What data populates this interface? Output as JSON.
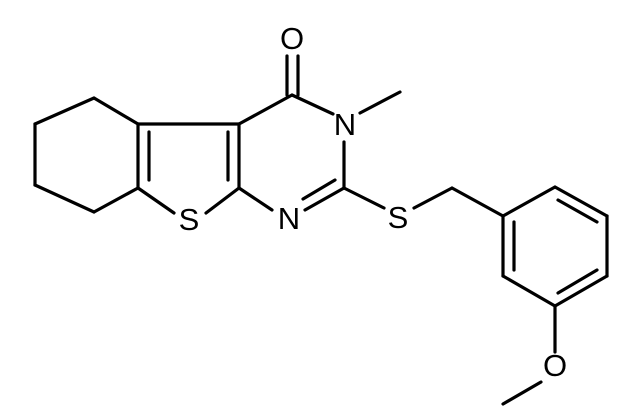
{
  "structure": {
    "type": "chemical-structure",
    "atoms": {
      "carbonyl_oxygen": "O",
      "ring_nitrogen_methyl": "N",
      "ring_nitrogen": "N",
      "ring_sulfur": "S",
      "thioether_sulfur": "S",
      "methoxy_oxygen": "O"
    },
    "colors": {
      "bond": "#000000",
      "background": "#ffffff",
      "text": "#000000"
    }
  }
}
